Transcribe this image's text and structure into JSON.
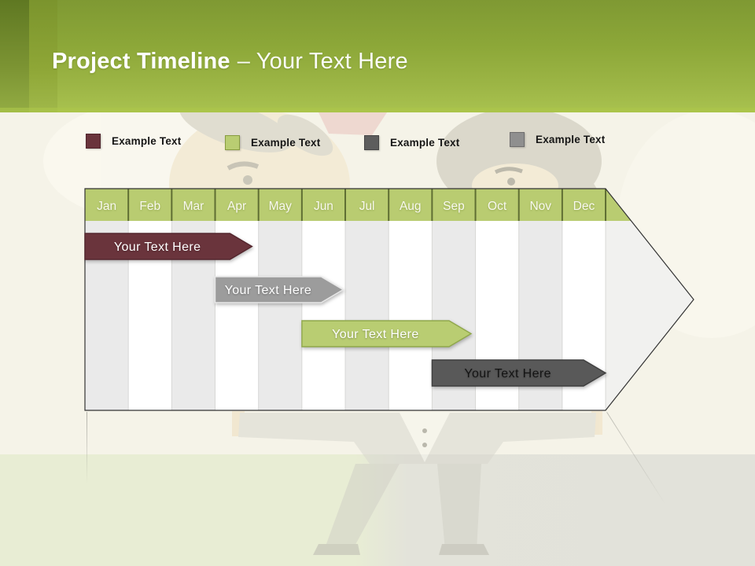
{
  "slide": {
    "title_bold": "Project Timeline",
    "title_rest": "– Your Text Here"
  },
  "legend": {
    "items": [
      {
        "label": "Example Text",
        "color": "#6a343c",
        "border": "#50262c"
      },
      {
        "label": "Example Text",
        "color": "#b9cd72",
        "border": "#879c40"
      },
      {
        "label": "Example Text",
        "color": "#5d5d5d",
        "border": "#454545"
      },
      {
        "label": "Example Text",
        "color": "#8f8f8f",
        "border": "#6d6d6d"
      }
    ]
  },
  "chart_data": {
    "type": "bar",
    "subtype": "gantt-timeline-arrow",
    "title": "Project Timeline",
    "categories": [
      "Jan",
      "Feb",
      "Mar",
      "Apr",
      "May",
      "Jun",
      "Jul",
      "Aug",
      "Sep",
      "Oct",
      "Nov",
      "Dec"
    ],
    "x_range": [
      0,
      12
    ],
    "grid": "column-separators",
    "legend_position": "top",
    "header_color": "#b9cc71",
    "header_separator_color": "#5f6e33",
    "header_text_color": "#f8f8ef",
    "column_colors": [
      "#eaeaea",
      "#ffffff"
    ],
    "tip_fill": "#f1f1ef",
    "outline_color": "#333333",
    "tasks": [
      {
        "label": "Your Text Here",
        "start": 0.0,
        "end": 3.85,
        "row": 0,
        "fill": "#6a343c",
        "stroke": "#54262e",
        "text_color": "#ffffff"
      },
      {
        "label": "Your Text Here",
        "start": 3.0,
        "end": 5.95,
        "row": 1,
        "fill": "#9c9c9c",
        "stroke": "#e8e8e8",
        "text_color": "#ffffff"
      },
      {
        "label": "Your Text Here",
        "start": 5.0,
        "end": 8.9,
        "row": 2,
        "fill": "#b9cd72",
        "stroke": "#90a84b",
        "text_color": "#ffffff"
      },
      {
        "label": "Your Text Here",
        "start": 8.0,
        "end": 12.0,
        "row": 3,
        "fill": "#595959",
        "stroke": "#3f3f3f",
        "text_color": "#141414"
      }
    ]
  }
}
